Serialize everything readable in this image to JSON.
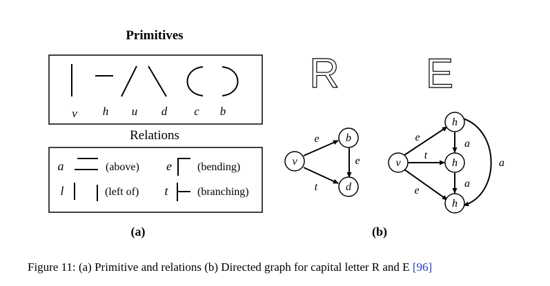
{
  "panel_a": {
    "primitives_title": "Primitives",
    "primitive_labels": [
      "v",
      "h",
      "u",
      "d",
      "c",
      "b"
    ],
    "relations_title": "Relations",
    "relations": [
      {
        "symbol": "a",
        "desc": "(above)"
      },
      {
        "symbol": "e",
        "desc": "(bending)"
      },
      {
        "symbol": "l",
        "desc": "(left of)"
      },
      {
        "symbol": "t",
        "desc": "(branching)"
      }
    ],
    "label": "(a)"
  },
  "panel_b": {
    "letters": [
      "R",
      "E"
    ],
    "graph_r": {
      "nodes": [
        "v",
        "b",
        "d"
      ],
      "edges": [
        {
          "from": "v",
          "to": "b",
          "label": "e"
        },
        {
          "from": "v",
          "to": "d",
          "label": "t"
        },
        {
          "from": "b",
          "to": "d",
          "label": "e"
        }
      ]
    },
    "graph_e": {
      "nodes": [
        "v",
        "h",
        "h",
        "h"
      ],
      "edges": [
        {
          "from": "v",
          "to": "h1",
          "label": "e"
        },
        {
          "from": "v",
          "to": "h2",
          "label": "t"
        },
        {
          "from": "v",
          "to": "h3",
          "label": "e"
        },
        {
          "from": "h1",
          "to": "h2",
          "label": "a"
        },
        {
          "from": "h2",
          "to": "h3",
          "label": "a"
        },
        {
          "from": "h1",
          "to": "h3",
          "label": "a"
        }
      ]
    },
    "label": "(b)"
  },
  "caption": {
    "text": "Figure 11: (a) Primitive and relations (b) Directed graph for capital letter R and E ",
    "citation": "[96]"
  }
}
